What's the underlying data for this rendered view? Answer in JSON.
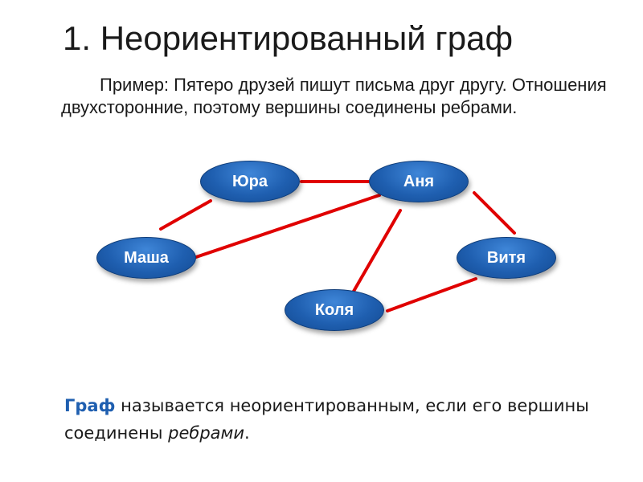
{
  "title": "1. Неориентированный граф",
  "intro": "Пример: Пятеро друзей пишут письма друг другу. Отношения двухсторонние, поэтому вершины соединены ребрами.",
  "graph": {
    "node_color": "#1f5fb0",
    "edge_color": "#e00000",
    "nodes": [
      {
        "id": "yura",
        "label": "Юра"
      },
      {
        "id": "anya",
        "label": "Аня"
      },
      {
        "id": "masha",
        "label": "Маша"
      },
      {
        "id": "vitya",
        "label": "Витя"
      },
      {
        "id": "kolya",
        "label": "Коля"
      }
    ],
    "edges": [
      {
        "from": "yura",
        "to": "anya"
      },
      {
        "from": "yura",
        "to": "masha"
      },
      {
        "from": "masha",
        "to": "anya"
      },
      {
        "from": "anya",
        "to": "kolya"
      },
      {
        "from": "anya",
        "to": "vitya"
      },
      {
        "from": "kolya",
        "to": "vitya"
      }
    ]
  },
  "definition": {
    "term": "Граф",
    "part1": " называется неориентированным, если его вершины соединены ",
    "emphasis": "ребрами",
    "part2": "."
  }
}
